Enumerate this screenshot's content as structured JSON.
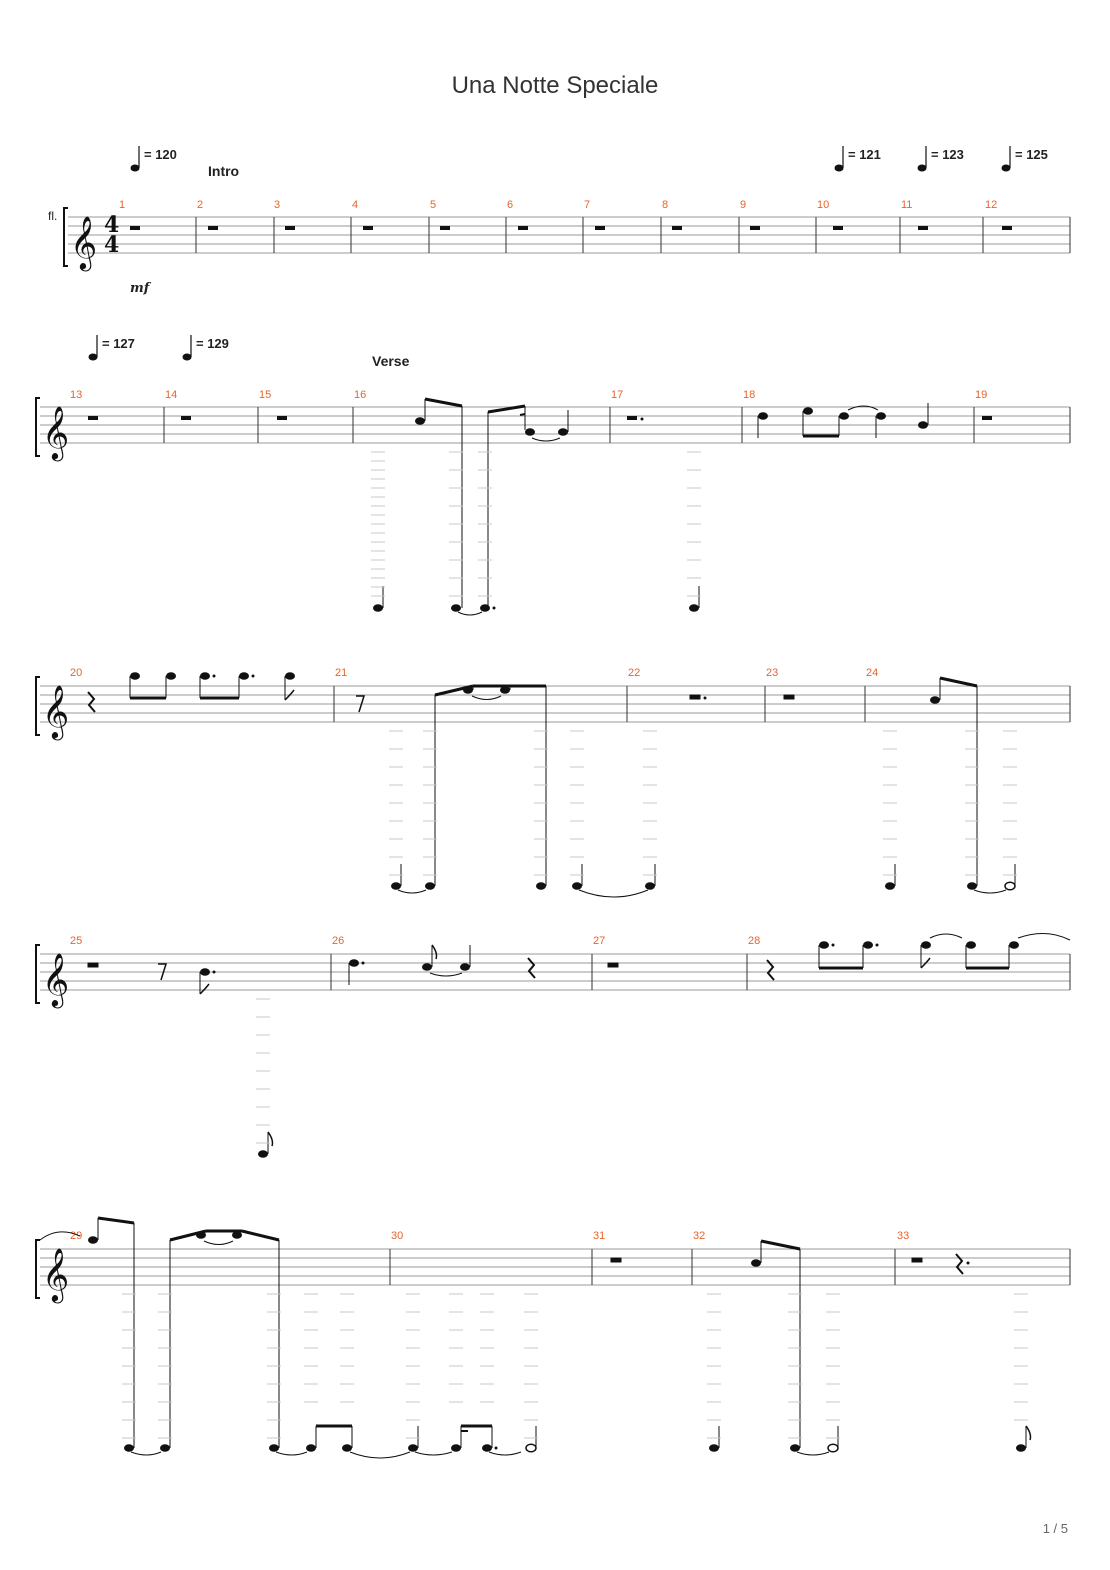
{
  "title": "Una Notte Speciale",
  "page_indicator": "1 / 5",
  "instrument_abbrev": "fl.",
  "time_signature": {
    "numerator": "4",
    "denominator": "4"
  },
  "dynamic": "mf",
  "sections": [
    "Intro",
    "Verse"
  ],
  "tempo_marks": [
    {
      "bpm": "= 120",
      "measure": 1
    },
    {
      "bpm": "= 121",
      "measure": 10
    },
    {
      "bpm": "= 123",
      "measure": 11
    },
    {
      "bpm": "= 125",
      "measure": 12
    },
    {
      "bpm": "= 127",
      "measure": 13
    },
    {
      "bpm": "= 129",
      "measure": 14
    }
  ],
  "systems": [
    {
      "measures": [
        "1",
        "2",
        "3",
        "4",
        "5",
        "6",
        "7",
        "8",
        "9",
        "10",
        "11",
        "12"
      ]
    },
    {
      "measures": [
        "13",
        "14",
        "15",
        "16",
        "17",
        "18",
        "19"
      ]
    },
    {
      "measures": [
        "20",
        "21",
        "22",
        "23",
        "24"
      ]
    },
    {
      "measures": [
        "25",
        "26",
        "27",
        "28"
      ]
    },
    {
      "measures": [
        "29",
        "30",
        "31",
        "32",
        "33"
      ]
    }
  ],
  "colors": {
    "measure_number": "#e8632b",
    "ink": "#111111",
    "ledger": "#bbbbbb"
  }
}
